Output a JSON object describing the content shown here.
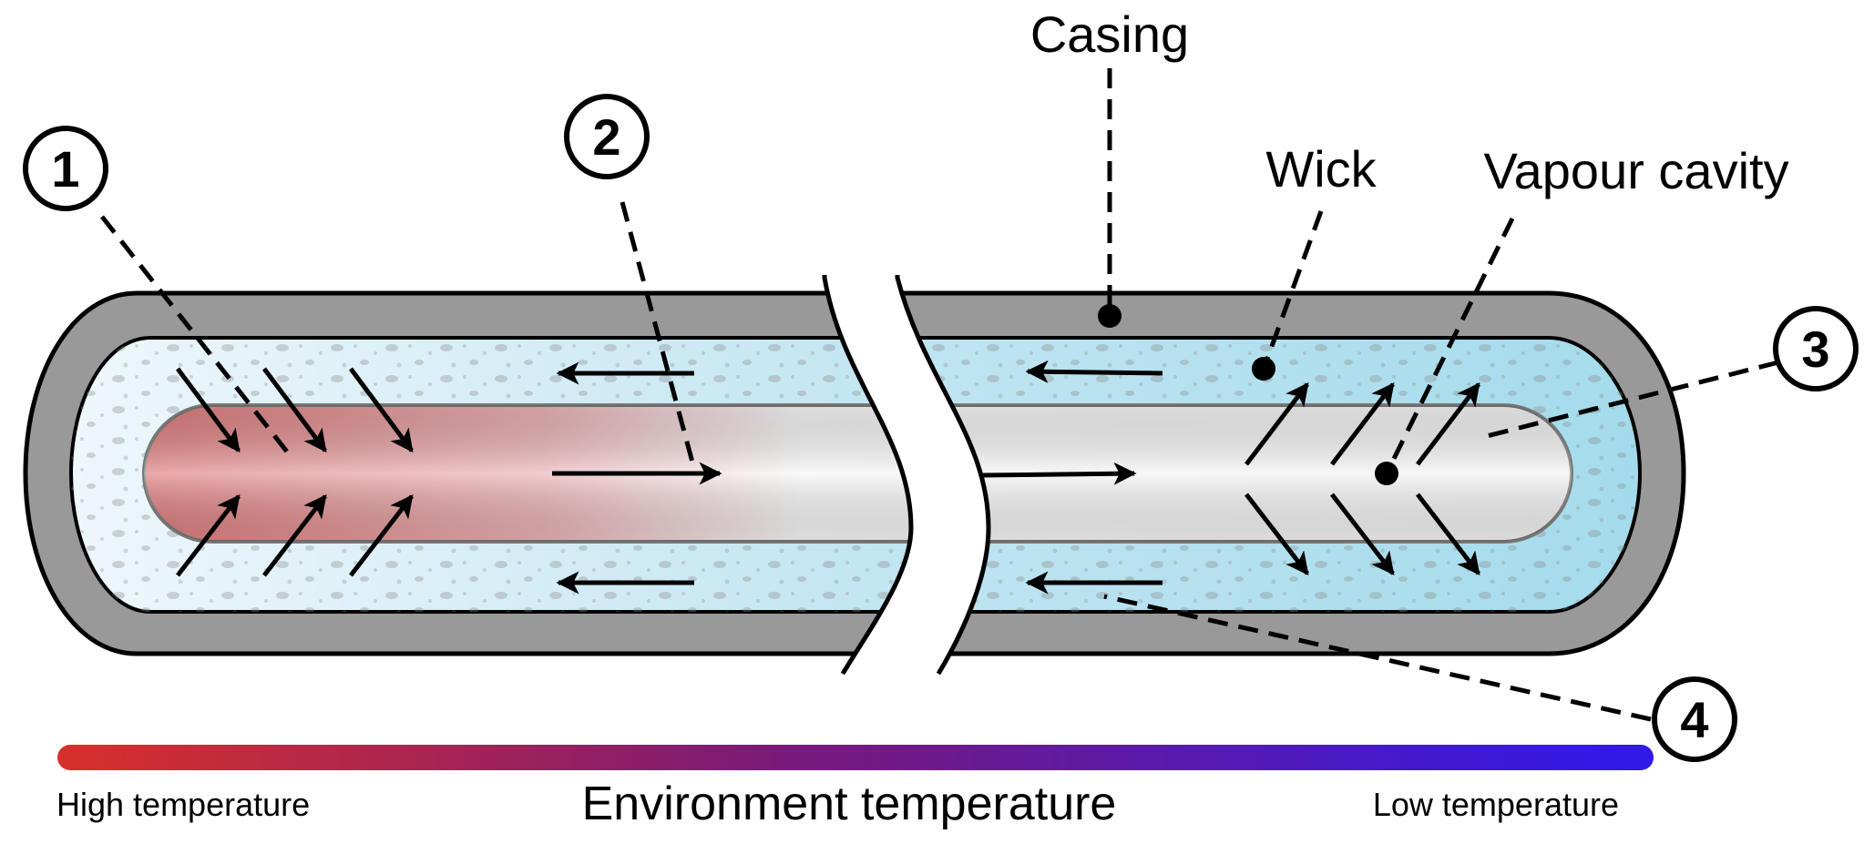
{
  "labels": {
    "casing": "Casing",
    "wick": "Wick",
    "vapour_cavity": "Vapour cavity"
  },
  "callouts": [
    "1",
    "2",
    "3",
    "4"
  ],
  "legend": {
    "title": "Environment temperature",
    "high": "High temperature",
    "low": "Low temperature"
  },
  "colors": {
    "casing": "#999999",
    "wick_light": "#eaf5fa",
    "wick_dark": "#a6dcec",
    "vapour_hot": "#df7b7b",
    "vapour_neutral": "#f6f6f6",
    "gradient_hot": "#d8302a",
    "gradient_mid": "#7a1a78",
    "gradient_cold": "#3019ec"
  }
}
